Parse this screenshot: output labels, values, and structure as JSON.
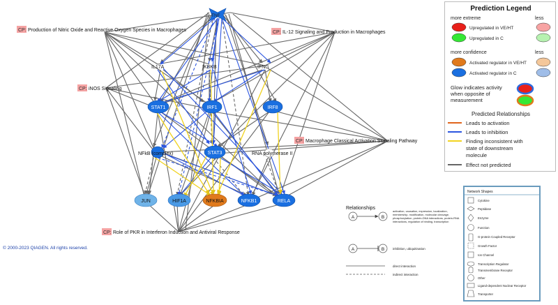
{
  "legend": {
    "title": "Prediction Legend",
    "more_extreme": "more extreme",
    "less": "less",
    "up_vehtt": "Upregulated in VE/HT",
    "up_c": "Upregulated in C",
    "more_confidence": "more confidence",
    "act_vehtt": "Activated regulator in VE/HT",
    "act_c": "Activated regulator in C",
    "glow_line1": "Glow indicates activity",
    "glow_line2": "when opposite of",
    "glow_line3": "measurement",
    "pred_title": "Predicted Relationships",
    "leads_activation": "Leads to activation",
    "leads_inhibition": "Leads to inhibition",
    "inconsistent_l1": "Finding inconsistent with",
    "inconsistent_l2": "state of downstream",
    "inconsistent_l3": "molecule",
    "not_predicted": "Effect not predicted",
    "colors": {
      "up_strong": "#e8201a",
      "up_light": "#f7a3a3",
      "upc_strong": "#35e835",
      "upc_light": "#b6f2b0",
      "act_strong": "#e07a1c",
      "act_light": "#f4c79a",
      "actc_strong": "#1a6fe0",
      "actc_light": "#9fbde8",
      "line_activation": "#e0651c",
      "line_inhibition": "#2b55e0",
      "line_inconsistent": "#f2d31f",
      "line_notpred": "#666666"
    }
  },
  "shapes": {
    "title": "Network Shapes",
    "items": [
      "Cytokine",
      "Peptidase",
      "Enzyme",
      "Function",
      "G-protein Coupled Receptor",
      "Growth Factor",
      "Ion Channel",
      "Transcription Regulator",
      "Transmembrane Receptor",
      "Other",
      "Ligand-dependent Nuclear Receptor",
      "Transporter"
    ]
  },
  "relationships": {
    "title": "Relationships",
    "node_a": "A",
    "node_b": "B",
    "arrow_text": "activation, causation, expression, localization, membership, modification, molecular cleavage, phosphorylation, protein-DNA interactions, protein-RNA interactions, regulation of binding, transcription",
    "inhibit_text": "inhibition, ubiquitination",
    "direct": "direct interaction",
    "indirect": "indirect interaction"
  },
  "pathways": {
    "cp_prefix": "CP:",
    "no_ros": "Production of Nitric Oxide and Reactive Oxygen Species in Macrophages",
    "il12": "IL-12 Signaling and Production in Macrophages",
    "inos": "iNOS Signaling",
    "macro": "Macrophage Classical Activation Signaling Pathway",
    "pkr": "Role of PKR in Interferon Induction and Antiviral Response"
  },
  "nodes": {
    "tnf": "TNF",
    "il17a": "IL17A",
    "ikbkb": "IKBKB",
    "ifng": "IFNG",
    "stat1": "STAT1",
    "irf1": "IRF1",
    "irf8": "IRF8",
    "nfkb": "NFkB (complex)",
    "stat3": "STAT3",
    "rnapol": "RNA polymerase II",
    "jun": "JUN",
    "hif1a": "HIF1A",
    "nfkbia": "NFKBIA",
    "nfkb1": "NFKB1",
    "rela": "RELA"
  },
  "copyright": "© 2000-2023 QIAGEN. All rights reserved."
}
